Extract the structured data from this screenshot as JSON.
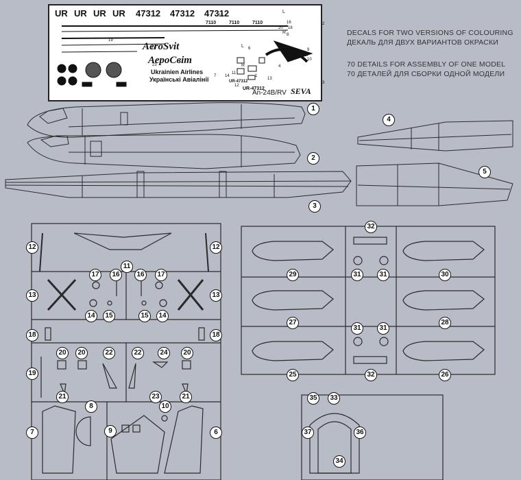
{
  "decal": {
    "registration_row": [
      "UR",
      "UR",
      "UR",
      "UR"
    ],
    "serials": [
      "47312",
      "47312",
      "47312"
    ],
    "small_numbers": [
      "7110",
      "7110",
      "7110"
    ],
    "logo_latin": "AeroSvit",
    "logo_cyrillic": "АероСвіт",
    "airline_en": "Ukrainien Airlines",
    "airline_ua": "Українські Авіалінії",
    "model_code": "An-24B/RV",
    "brand": "SEVA",
    "small_reg": [
      "UR-47312",
      "UR-47312"
    ],
    "letters": [
      "L",
      "R",
      "L",
      "R"
    ],
    "decal_numbers": [
      "1",
      "2",
      "3",
      "4",
      "5",
      "6",
      "7",
      "8",
      "9",
      "10",
      "11",
      "12",
      "13",
      "14",
      "15",
      "16",
      "17",
      "18",
      "19",
      "20",
      "21",
      "22",
      "23"
    ]
  },
  "notes": {
    "line1_en": "DECALS FOR TWO VERSIONS OF COLOURING",
    "line1_ru": "ДЕКАЛЬ ДЛЯ ДВУХ ВАРИАНТОВ ОКРАСКИ",
    "line2_en": "70 DETAILS FOR ASSEMBLY OF ONE MODEL",
    "line2_ru": "70 ДЕТАЛЕЙ ДЛЯ СБОРКИ ОДНОЙ МОДЕЛИ"
  },
  "parts": {
    "fuselage_left": "1",
    "fuselage_right": "2",
    "wing": "3",
    "stab_top": "4",
    "stab_bottom": "5",
    "fin_right": "6",
    "fin_left": "7",
    "canopy": "8",
    "floor": "9",
    "small_10": "10",
    "tailplane": "11",
    "strake_l": "12",
    "strake_r": "12",
    "prop_l": "13",
    "prop_r": "13",
    "spinner_l": "14",
    "spinner_r": "14",
    "hub_l": "15",
    "hub_r": "15",
    "antenna_l": "16",
    "antenna_r": "16",
    "wheel_l": "17",
    "wheel_r": "17",
    "exhaust_l": "18",
    "exhaust_r": "18",
    "rod_19": "19",
    "gear_20a": "20",
    "gear_20b": "20",
    "gear_20c": "20",
    "leg_21a": "21",
    "leg_21b": "21",
    "strut_22a": "22",
    "strut_22b": "22",
    "nose_23": "23",
    "part_24": "24",
    "nacelle_25": "25",
    "nacelle_26": "26",
    "nacelle_27": "27",
    "nacelle_28": "28",
    "nacelle_29": "29",
    "nacelle_30": "30",
    "wheel_31a": "31",
    "wheel_31b": "31",
    "wheel_31c": "31",
    "wheel_31d": "31",
    "panel_32a": "32",
    "panel_32b": "32",
    "window_33": "33",
    "window_34": "34",
    "window_35": "35",
    "window_36": "36",
    "cockpit_37": "37"
  }
}
